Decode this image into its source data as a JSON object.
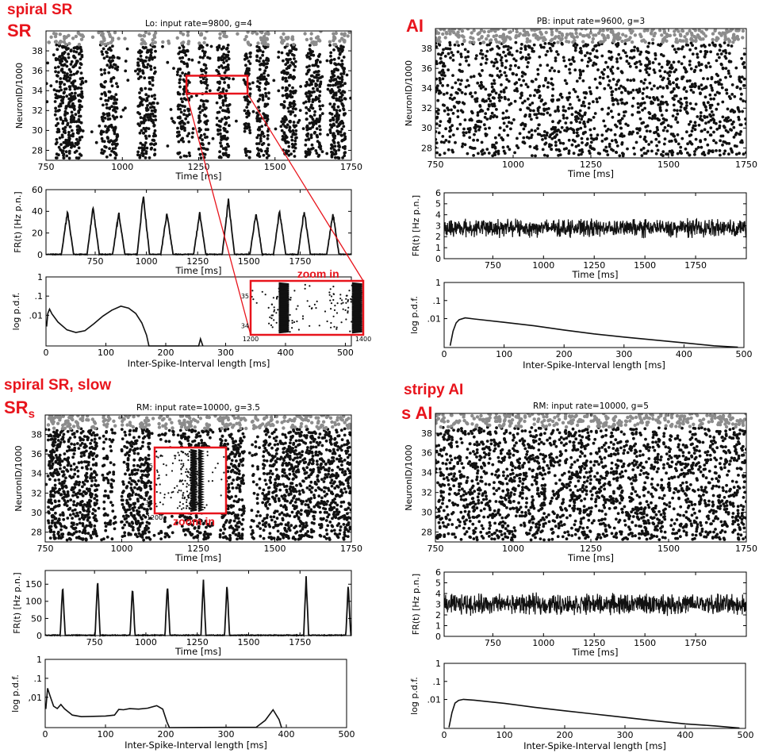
{
  "panels": {
    "sr": {
      "label": "spiral  SR",
      "abbr": "SR"
    },
    "ai": {
      "label": "",
      "abbr": "AI"
    },
    "srs": {
      "label": "spiral  SR, slow",
      "abbr": "SR",
      "abbr_sub": "s"
    },
    "sai": {
      "label": "stripy  AI",
      "abbr": "s AI"
    }
  },
  "zoom_label": "zoom in",
  "colors": {
    "highlight": "#e8141c",
    "spikes": "#111111",
    "input_spikes": "#8c8c8c",
    "axis": "#000000"
  },
  "chart_data": [
    {
      "id": "sr_raster",
      "type": "scatter",
      "title": "Lo: input rate=9800, g=4",
      "xlabel": "Time [ms]",
      "ylabel": "NeuronID/1000",
      "xlim": [
        750,
        1750
      ],
      "ylim": [
        27,
        40
      ],
      "xticks": [
        750,
        1000,
        1250,
        1500,
        1750
      ],
      "yticks": [
        28,
        30,
        32,
        34,
        36,
        38
      ],
      "pattern": "waves",
      "waves": [
        [
          780,
          870
        ],
        [
          930,
          985
        ],
        [
          1050,
          1110
        ],
        [
          1180,
          1220
        ],
        [
          1250,
          1280
        ],
        [
          1310,
          1350
        ],
        [
          1400,
          1420
        ],
        [
          1440,
          1480
        ],
        [
          1520,
          1570
        ],
        [
          1600,
          1650
        ],
        [
          1680,
          1730
        ]
      ],
      "highlight": {
        "x": [
          1210,
          1410
        ],
        "y": [
          33.7,
          35.5
        ]
      }
    },
    {
      "id": "sr_rate",
      "type": "line",
      "xlabel": "Time [ms]",
      "ylabel": "FR(t) [Hz p.n.]",
      "xlim": [
        510,
        2000
      ],
      "ylim": [
        0,
        60
      ],
      "xticks": [
        750,
        1000,
        1250,
        1500,
        1750
      ],
      "xtick_labels": [
        "750",
        "1000",
        "1250",
        "1500",
        "1750"
      ],
      "yticks": [
        0,
        20,
        40,
        60
      ],
      "peaks": [
        {
          "x": 615,
          "y": 41
        },
        {
          "x": 740,
          "y": 45
        },
        {
          "x": 865,
          "y": 40
        },
        {
          "x": 985,
          "y": 57
        },
        {
          "x": 1100,
          "y": 40
        },
        {
          "x": 1260,
          "y": 40
        },
        {
          "x": 1400,
          "y": 52
        },
        {
          "x": 1535,
          "y": 41
        },
        {
          "x": 1650,
          "y": 42
        },
        {
          "x": 1770,
          "y": 42
        },
        {
          "x": 1910,
          "y": 40
        }
      ],
      "peak_width": 30
    },
    {
      "id": "sr_isi",
      "type": "line",
      "xlabel": "Inter-Spike-Interval length [ms]",
      "ylabel": "log p.d.f.",
      "xlim": [
        0,
        510
      ],
      "xticks": [
        0,
        100,
        200,
        300,
        400,
        500
      ],
      "ytick_labels": [
        "1",
        ".1",
        ".01"
      ],
      "ytick_values": [
        1,
        0.1,
        0.01
      ],
      "log_ylim": [
        -3.6,
        0
      ],
      "points": [
        [
          1,
          0.0025
        ],
        [
          3,
          0.013
        ],
        [
          6,
          0.022
        ],
        [
          10,
          0.012
        ],
        [
          20,
          0.0045
        ],
        [
          35,
          0.0018
        ],
        [
          50,
          0.0013
        ],
        [
          65,
          0.0016
        ],
        [
          80,
          0.0035
        ],
        [
          95,
          0.009
        ],
        [
          110,
          0.018
        ],
        [
          125,
          0.028
        ],
        [
          138,
          0.024
        ],
        [
          150,
          0.012
        ],
        [
          160,
          0.004
        ],
        [
          168,
          0.0009
        ],
        [
          172,
          0.00025
        ],
        [
          255,
          0.00025
        ],
        [
          258,
          0.0006
        ],
        [
          262,
          0.00025
        ]
      ]
    },
    {
      "id": "sr_zoom",
      "type": "scatter",
      "xlim": [
        1200,
        1400
      ],
      "ylim": [
        33.7,
        35.5
      ],
      "xticks": [
        1200,
        1400
      ],
      "yticks": [
        34,
        35
      ],
      "pattern": "zoom_waves",
      "waves": [
        [
          1230,
          1275
        ],
        [
          1340,
          1390
        ]
      ]
    },
    {
      "id": "ai_raster",
      "type": "scatter",
      "title": "PB: input rate=9600, g=3",
      "xlabel": "Time [ms]",
      "ylabel": "NeuronID/1000",
      "xlim": [
        750,
        1750
      ],
      "ylim": [
        27,
        40
      ],
      "xticks": [
        750,
        1000,
        1250,
        1500,
        1750
      ],
      "yticks": [
        28,
        30,
        32,
        34,
        36,
        38
      ],
      "pattern": "uniform"
    },
    {
      "id": "ai_rate",
      "type": "line",
      "xlabel": "Time [ms]",
      "ylabel": "FR(t) [Hz p.n.]",
      "xlim": [
        510,
        2000
      ],
      "ylim": [
        0,
        6
      ],
      "xticks": [
        750,
        1000,
        1250,
        1500,
        1750
      ],
      "xtick_labels": [
        "750",
        "1000",
        "1250",
        "1500",
        "1750"
      ],
      "yticks": [
        0,
        1,
        2,
        3,
        4,
        5,
        6
      ],
      "noise_mean": 2.8,
      "noise_amp": 0.6
    },
    {
      "id": "ai_isi",
      "type": "line",
      "xlabel": "Inter-Spike-Interval length [ms]",
      "ylabel": "log p.d.f.",
      "xlim": [
        0,
        500
      ],
      "xticks": [
        0,
        100,
        200,
        300,
        400,
        500
      ],
      "ytick_labels": [
        "1",
        ".1",
        ".01"
      ],
      "ytick_values": [
        1,
        0.1,
        0.01
      ],
      "log_ylim": [
        -3.6,
        0
      ],
      "points": [
        [
          10,
          0.0003
        ],
        [
          15,
          0.002
        ],
        [
          20,
          0.006
        ],
        [
          25,
          0.009
        ],
        [
          35,
          0.011
        ],
        [
          50,
          0.0095
        ],
        [
          100,
          0.006
        ],
        [
          150,
          0.0038
        ],
        [
          200,
          0.0024
        ],
        [
          250,
          0.0015
        ],
        [
          300,
          0.001
        ],
        [
          350,
          0.00065
        ],
        [
          400,
          0.00045
        ],
        [
          450,
          0.00032
        ],
        [
          490,
          0.00026
        ]
      ]
    },
    {
      "id": "srs_raster",
      "type": "scatter",
      "title": "RM: input rate=10000, g=3.5",
      "xlabel": "Time [ms]",
      "ylabel": "NeuronID/1000",
      "xlim": [
        750,
        1750
      ],
      "ylim": [
        27,
        40
      ],
      "xticks": [
        750,
        1000,
        1250,
        1500,
        1750
      ],
      "yticks": [
        28,
        30,
        32,
        34,
        36,
        38
      ],
      "pattern": "slow_waves",
      "waves": [
        [
          760,
          920,
          1
        ],
        [
          940,
          980,
          0.5
        ],
        [
          1000,
          1095,
          0.9
        ],
        [
          1120,
          1170,
          0.35
        ],
        [
          1190,
          1290,
          0.9
        ],
        [
          1320,
          1400,
          0.9
        ],
        [
          1420,
          1455,
          0.3
        ],
        [
          1460,
          1750,
          0.85
        ]
      ],
      "highlight": {
        "x": [
          1180,
          1410
        ],
        "y": [
          30.3,
          36.6
        ]
      }
    },
    {
      "id": "srs_zoom",
      "type": "scatter",
      "xlim": [
        1200,
        1400
      ],
      "ylim": [
        33.7,
        35.5
      ],
      "xticks": [
        1200
      ],
      "yticks": [
        34,
        35
      ],
      "pattern": "zoom_slow"
    },
    {
      "id": "srs_rate",
      "type": "line",
      "xlabel": "Time [ms]",
      "ylabel": "FR(t) [Hz p.n.]",
      "xlim": [
        510,
        2000
      ],
      "ylim": [
        0,
        190
      ],
      "xticks": [
        750,
        1000,
        1250,
        1500,
        1750
      ],
      "xtick_labels": [
        "750",
        "1000",
        "1250",
        "1500",
        "1750"
      ],
      "yticks": [
        0,
        50,
        100,
        150
      ],
      "peaks": [
        {
          "x": 595,
          "y": 160
        },
        {
          "x": 765,
          "y": 175
        },
        {
          "x": 935,
          "y": 155
        },
        {
          "x": 1105,
          "y": 160
        },
        {
          "x": 1280,
          "y": 170
        },
        {
          "x": 1395,
          "y": 160
        },
        {
          "x": 1780,
          "y": 180
        },
        {
          "x": 1985,
          "y": 155
        }
      ],
      "peak_width": 12
    },
    {
      "id": "srs_isi",
      "type": "line",
      "xlabel": "Inter-Spike-Interval length [ms]",
      "ylabel": "log p.d.f.",
      "xlim": [
        0,
        500
      ],
      "xticks": [
        0,
        100,
        200,
        300,
        400,
        500
      ],
      "ytick_labels": [
        "1",
        ".1",
        ",01"
      ],
      "ytick_values": [
        1,
        0.1,
        0.01
      ],
      "log_ylim": [
        -3.6,
        0
      ],
      "points": [
        [
          1,
          0.0025
        ],
        [
          4,
          0.03
        ],
        [
          8,
          0.012
        ],
        [
          14,
          0.0035
        ],
        [
          20,
          0.0025
        ],
        [
          26,
          0.004
        ],
        [
          32,
          0.0025
        ],
        [
          45,
          0.0012
        ],
        [
          60,
          0.001
        ],
        [
          100,
          0.001
        ],
        [
          115,
          0.0012
        ],
        [
          122,
          0.0023
        ],
        [
          130,
          0.0022
        ],
        [
          140,
          0.0025
        ],
        [
          155,
          0.0023
        ],
        [
          170,
          0.0026
        ],
        [
          185,
          0.0035
        ],
        [
          195,
          0.0025
        ],
        [
          202,
          0.0005
        ],
        [
          206,
          0.00025
        ],
        [
          350,
          0.00025
        ],
        [
          365,
          0.0006
        ],
        [
          378,
          0.0022
        ],
        [
          388,
          0.0007
        ],
        [
          392,
          0.00025
        ]
      ]
    },
    {
      "id": "sai_raster",
      "type": "scatter",
      "title": "RM: input rate=10000, g=5",
      "xlabel": "Time [ms]",
      "ylabel": "NeuronID/1000",
      "xlim": [
        750,
        1750
      ],
      "ylim": [
        27,
        40
      ],
      "xticks": [
        750,
        1000,
        1250,
        1500,
        1750
      ],
      "yticks": [
        28,
        30,
        32,
        34,
        36,
        38
      ],
      "pattern": "stripy",
      "stripes": [
        [
          1060,
          1100
        ],
        [
          1190,
          1230
        ],
        [
          1380,
          1410
        ],
        [
          1440,
          1470
        ]
      ]
    },
    {
      "id": "sai_rate",
      "type": "line",
      "xlabel": "Time [ms]",
      "ylabel": "FR(t) [Hz p.n.]",
      "xlim": [
        510,
        2000
      ],
      "ylim": [
        0,
        6
      ],
      "xticks": [
        750,
        1000,
        1250,
        1500,
        1750
      ],
      "xtick_labels": [
        "750",
        "1000",
        "1250",
        "1500",
        "1750"
      ],
      "yticks": [
        0,
        1,
        2,
        3,
        4,
        5,
        6
      ],
      "noise_mean": 3.0,
      "noise_amp": 0.7
    },
    {
      "id": "sai_isi",
      "type": "line",
      "xlabel": "Inter-Spike-Interval length [ms]",
      "ylabel": "log p.d.f.",
      "xlim": [
        0,
        500
      ],
      "xticks": [
        0,
        100,
        200,
        300,
        400,
        500
      ],
      "ytick_labels": [
        "1",
        ".1",
        ".01"
      ],
      "ytick_values": [
        1,
        0.1,
        0.01
      ],
      "log_ylim": [
        -3.6,
        0
      ],
      "points": [
        [
          8,
          0.0003
        ],
        [
          13,
          0.002
        ],
        [
          18,
          0.006
        ],
        [
          24,
          0.009
        ],
        [
          32,
          0.0105
        ],
        [
          50,
          0.009
        ],
        [
          100,
          0.0058
        ],
        [
          150,
          0.0037
        ],
        [
          200,
          0.0023
        ],
        [
          250,
          0.0015
        ],
        [
          300,
          0.001
        ],
        [
          350,
          0.00068
        ],
        [
          400,
          0.00047
        ],
        [
          450,
          0.00034
        ],
        [
          490,
          0.00027
        ]
      ]
    }
  ]
}
